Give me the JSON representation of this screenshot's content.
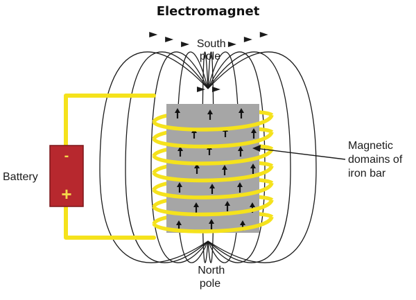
{
  "title": "Electromagnet",
  "labels": {
    "south_pole": [
      "South",
      "pole"
    ],
    "north_pole": [
      "North",
      "pole"
    ],
    "battery": "Battery",
    "domains": [
      "Magnetic",
      "domains of",
      "iron bar"
    ]
  },
  "battery": {
    "negative": "-",
    "positive": "+"
  },
  "colors": {
    "wire": "#f5e21c",
    "battery": "#b7282e",
    "terminal_text": "#f5d84a",
    "iron_bar": "#a6a6a6",
    "field_lines": "#1a1a1a"
  },
  "coil_turns": 7,
  "field_line_pairs": 5,
  "domain_arrow_direction": "up"
}
